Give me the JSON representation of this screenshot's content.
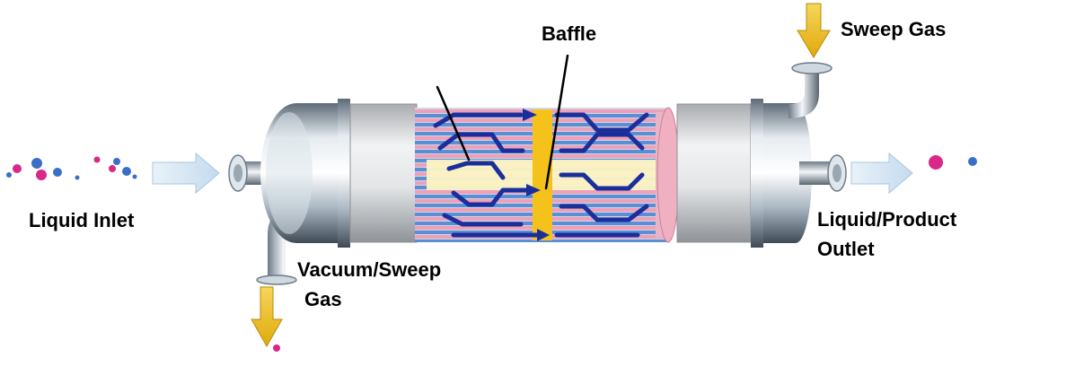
{
  "labels": {
    "baffle": "Baffle",
    "sweep_gas": "Sweep Gas",
    "liquid_inlet": "Liquid Inlet",
    "vacuum_sweep_line1": "Vacuum/Sweep",
    "vacuum_sweep_line2": "Gas",
    "liquid_outlet_line1": "Liquid/Product",
    "liquid_outlet_line2": "Outlet"
  },
  "colors": {
    "flow_arrow": "#cfe3f2",
    "gas_arrow": "#f2c51c",
    "baffle": "#f4c21a",
    "fiber_pink": "#f0a0b6",
    "fiber_blue": "#5a8fd6",
    "flow_path": "#1a2f9c",
    "core": "#fdf4c4",
    "steel": "#9fb0bf",
    "wrap": "#e4e6e8",
    "molecule_pink": "#d8288a",
    "molecule_blue": "#3a6fc8"
  }
}
